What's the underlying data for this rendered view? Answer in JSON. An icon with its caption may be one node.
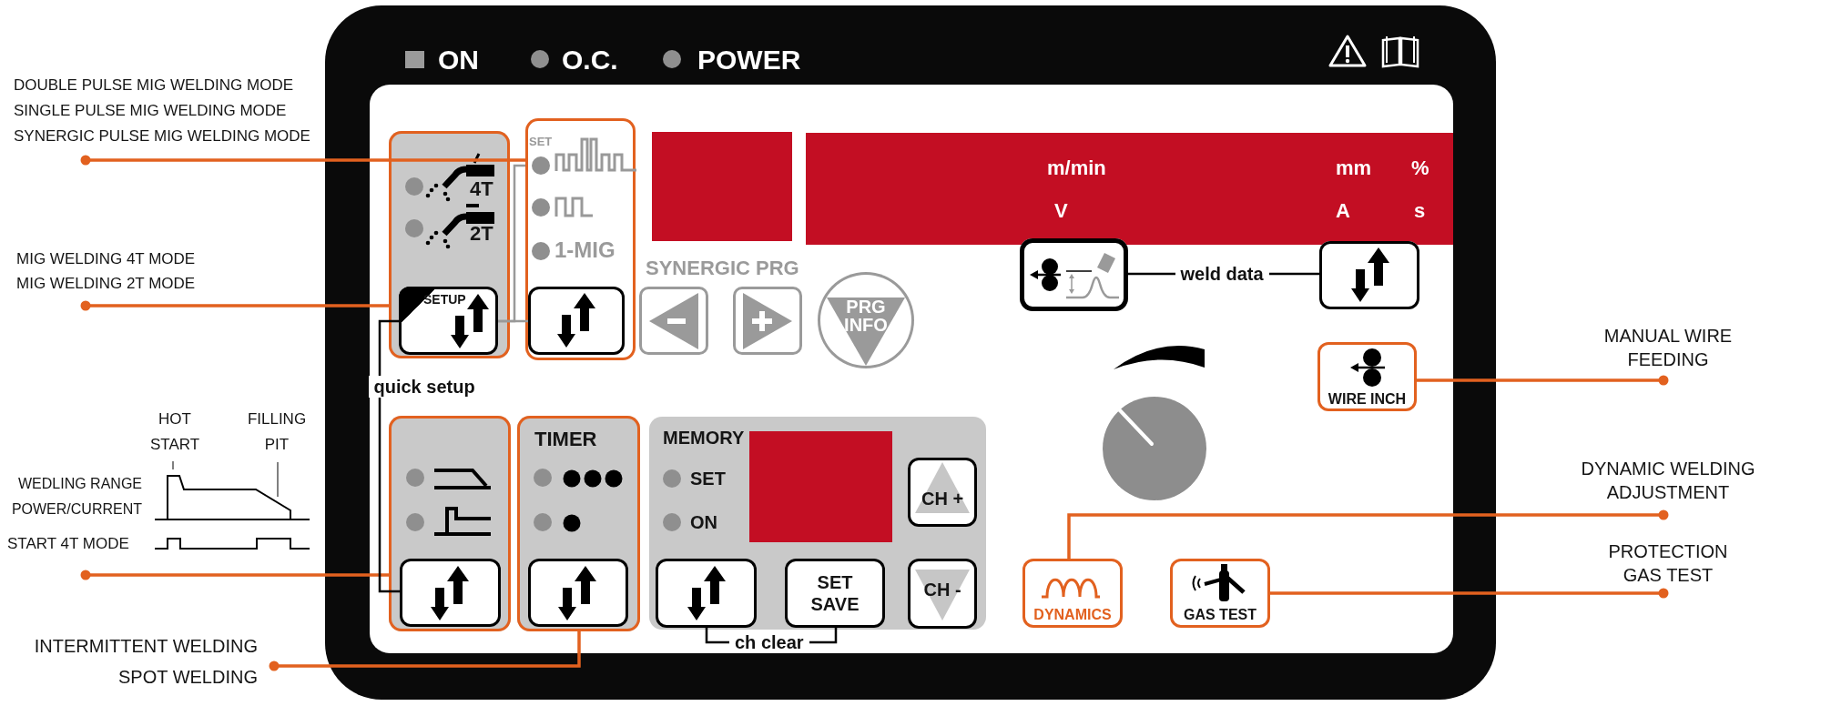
{
  "diagram": {
    "nodes": [
      {
        "text": [
          "DOUBLE PULSE MIG WELDING MODE",
          "SINGLE PULSE MIG WELDING MODE",
          "SYNERGIC PULSE MIG WELDING MODE"
        ]
      },
      {
        "text": [
          "MIG WELDING 4T MODE",
          "MIG WELDING 2T MODE"
        ]
      },
      {
        "text": [
          "HOT START",
          "FILLING PIT",
          "WEDLING RANGE POWER/CURRENT",
          "START 4T MODE"
        ]
      },
      {
        "text": [
          "INTERMITTENT WELDING",
          "SPOT WELDING"
        ]
      },
      {
        "text": [
          "ON",
          "O.C.",
          "POWER"
        ]
      },
      {
        "text": [
          "4T",
          "2T"
        ],
        "in": 4
      },
      {
        "text": [
          "SETUP"
        ],
        "in": 5
      },
      {
        "text": [
          "SET",
          "1-MIG"
        ],
        "in": 4
      },
      {
        "text": [],
        "shape": "box",
        "in": 7
      },
      {
        "text": [],
        "shape": "box",
        "in": 4
      },
      {
        "text": [
          "m/min",
          "mm",
          "%",
          "V",
          "A",
          "s"
        ],
        "in": 4
      },
      {
        "text": [],
        "shape": "box",
        "in": 4
      },
      {
        "text": [],
        "shape": "box",
        "in": 4
      },
      {
        "text": [
          "PRG INFO"
        ],
        "in": 4
      },
      {
        "text": [],
        "shape": "box",
        "in": 4
      },
      {
        "text": [],
        "shape": "box",
        "in": 4
      },
      {
        "text": [
          "WIRE INCH"
        ],
        "in": 4
      },
      {
        "text": [],
        "shape": "circle",
        "in": 4
      },
      {
        "text": [],
        "shape": "box",
        "in": 4
      },
      {
        "text": [],
        "shape": "box",
        "in": 18
      },
      {
        "text": [
          "TIMER"
        ],
        "in": 4
      },
      {
        "text": [],
        "shape": "box",
        "in": 20
      },
      {
        "text": [
          "MEMORY",
          "SET",
          "ON"
        ],
        "in": 4
      },
      {
        "text": [],
        "shape": "box",
        "in": 22
      },
      {
        "text": [
          "CH +"
        ],
        "in": 22
      },
      {
        "text": [],
        "shape": "box",
        "in": 22
      },
      {
        "text": [
          "SET SAVE"
        ],
        "in": 22
      },
      {
        "text": [
          "CH -"
        ],
        "in": 22
      },
      {
        "text": [
          "DYNAMICS"
        ],
        "in": 4
      },
      {
        "text": [
          "GAS TEST"
        ],
        "in": 4
      },
      {
        "text": [
          "MANUAL WIRE FEEDING"
        ]
      },
      {
        "text": [
          "DYNAMIC WELDING ADJUSTMENT"
        ]
      },
      {
        "text": [
          "PROTECTION GAS TEST"
        ]
      }
    ],
    "edges": [
      {
        "from": 0,
        "to": 7,
        "arrow": "other"
      },
      {
        "from": 1,
        "to": 5,
        "arrow": "other"
      },
      {
        "from": 2,
        "to": 18,
        "arrow": "other"
      },
      {
        "from": 3,
        "to": 20,
        "arrow": "other"
      },
      {
        "from": 30,
        "to": 16,
        "arrow": "other"
      },
      {
        "from": 31,
        "to": 28,
        "arrow": "other"
      },
      {
        "from": 32,
        "to": 29,
        "arrow": "other"
      },
      {
        "from": 6,
        "to": 8,
        "arrow": "none",
        "color": "#999999"
      },
      {
        "from": 6,
        "to": 7,
        "arrow": "none",
        "color": "#999999"
      },
      {
        "from": 6,
        "to": 19,
        "arrow": "none",
        "label": "quick setup",
        "color": "#000000"
      },
      {
        "from": 14,
        "to": 15,
        "arrow": "none",
        "label": "weld data",
        "color": "#000000"
      },
      {
        "from": 25,
        "to": 26,
        "arrow": "none",
        "label": "ch clear",
        "color": "#000000"
      }
    ],
    "labels": [
      "SYNERGIC PRG"
    ]
  }
}
